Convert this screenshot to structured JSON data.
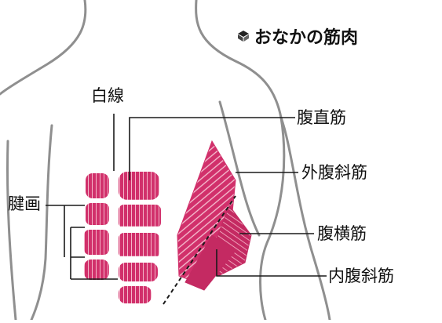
{
  "title": "おなかの筋肉",
  "labels": {
    "hakusen": "白線",
    "fukuchokkin": "腹直筋",
    "kenkaku": "腱画",
    "gaifukushakin": "外腹斜筋",
    "fukuoukin": "腹横筋",
    "naifukushakin": "内腹斜筋"
  },
  "colors": {
    "muscle": "#d1306b",
    "muscle_light": "#e88aa8",
    "outline": "#8f8f8f",
    "line": "#1a1a1a"
  },
  "icons": {
    "title_marker": "diamond-cube-icon"
  }
}
